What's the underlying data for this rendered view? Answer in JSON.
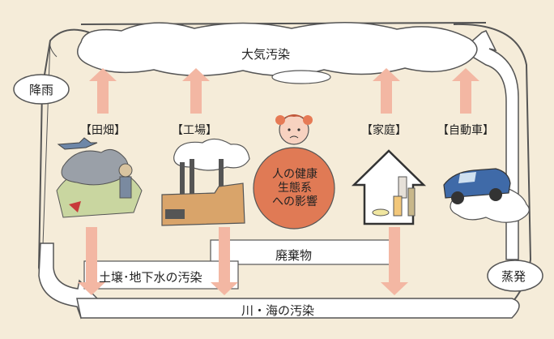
{
  "diagram": {
    "air_pollution": "大気汚染",
    "rain": "降雨",
    "evaporation": "蒸発",
    "sources": {
      "farm": "【田畑】",
      "factory": "【工場】",
      "home": "【家庭】",
      "car": "【自動車】"
    },
    "health_effect": [
      "人の健康",
      "生態系",
      "への影響"
    ],
    "waste": "廃棄物",
    "soil_groundwater": "土壌･地下水の汚染",
    "river_sea": "川・海の汚染"
  },
  "colors": {
    "background": "#f5ecd9",
    "arrow_pink": "#f3b7a3",
    "health_circle": "#e07a55",
    "outline": "#444444"
  }
}
